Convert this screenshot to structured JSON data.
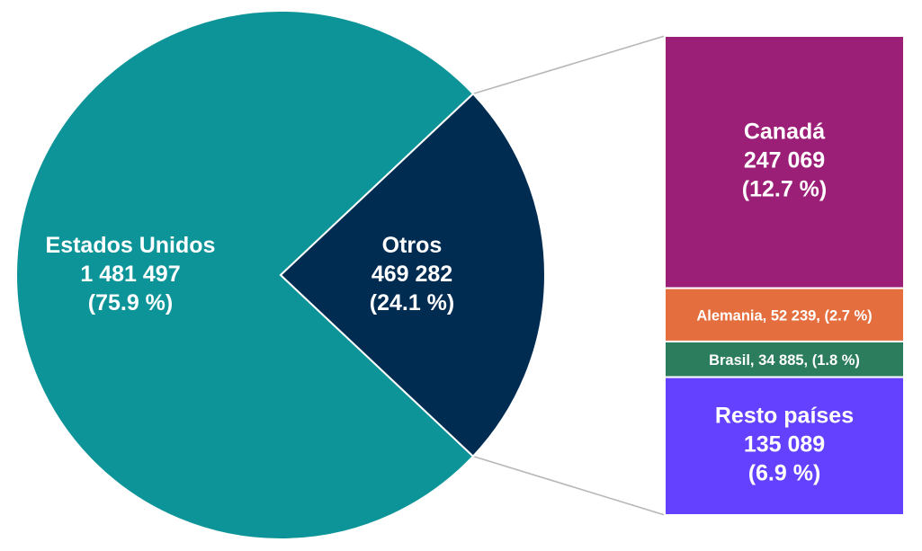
{
  "chart_data": {
    "type": "pie",
    "subtype": "bar-of-pie",
    "pie": [
      {
        "name": "Estados Unidos",
        "value": 1481497,
        "value_text": "1 481 497",
        "pct_text": "(75.9 %)",
        "color": "#0D9499"
      },
      {
        "name": "Otros",
        "value": 469282,
        "value_text": "469 282",
        "pct_text": "(24.1 %)",
        "color": "#002C52"
      }
    ],
    "breakdown": [
      {
        "name": "Canadá",
        "value": 247069,
        "value_text": "247 069",
        "pct_text": "(12.7 %)",
        "color": "#9C1F77"
      },
      {
        "name": "Alemania",
        "value": 52239,
        "value_text": "52 239",
        "pct_text": "(2.7 %)",
        "color": "#E46E3E",
        "inline_label": "Alemania, 52 239, (2.7 %)"
      },
      {
        "name": "Brasil",
        "value": 34885,
        "value_text": "34 885",
        "pct_text": "(1.8 %)",
        "color": "#2C7D5E",
        "inline_label": "Brasil,  34 885, (1.8 %)"
      },
      {
        "name": "Resto países",
        "value": 135089,
        "value_text": "135 089",
        "pct_text": "(6.9 %)",
        "color": "#6441FF"
      }
    ],
    "connector_color": "#B7B7B7",
    "legend": "none",
    "grid": false
  }
}
